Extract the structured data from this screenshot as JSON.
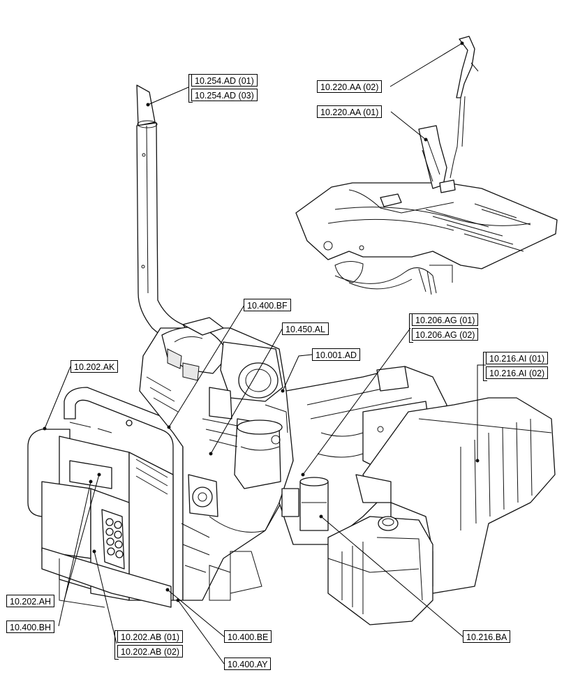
{
  "labels": {
    "exhaust_01": "10.254.AD (01)",
    "exhaust_03": "10.254.AD (03)",
    "pedal_02": "10.220.AA (02)",
    "pedal_01": "10.220.AA (01)",
    "bf": "10.400.BF",
    "al": "10.450.AL",
    "ad": "10.001.AD",
    "ag_01": "10.206.AG (01)",
    "ag_02": "10.206.AG (02)",
    "ak": "10.202.AK",
    "ai_01": "10.216.AI (01)",
    "ai_02": "10.216.AI (02)",
    "ah": "10.202.AH",
    "bh": "10.400.BH",
    "be": "10.400.BE",
    "ba": "10.216.BA",
    "ab_01": "10.202.AB (01)",
    "ab_02": "10.202.AB (02)",
    "ay": "10.400.AY"
  }
}
